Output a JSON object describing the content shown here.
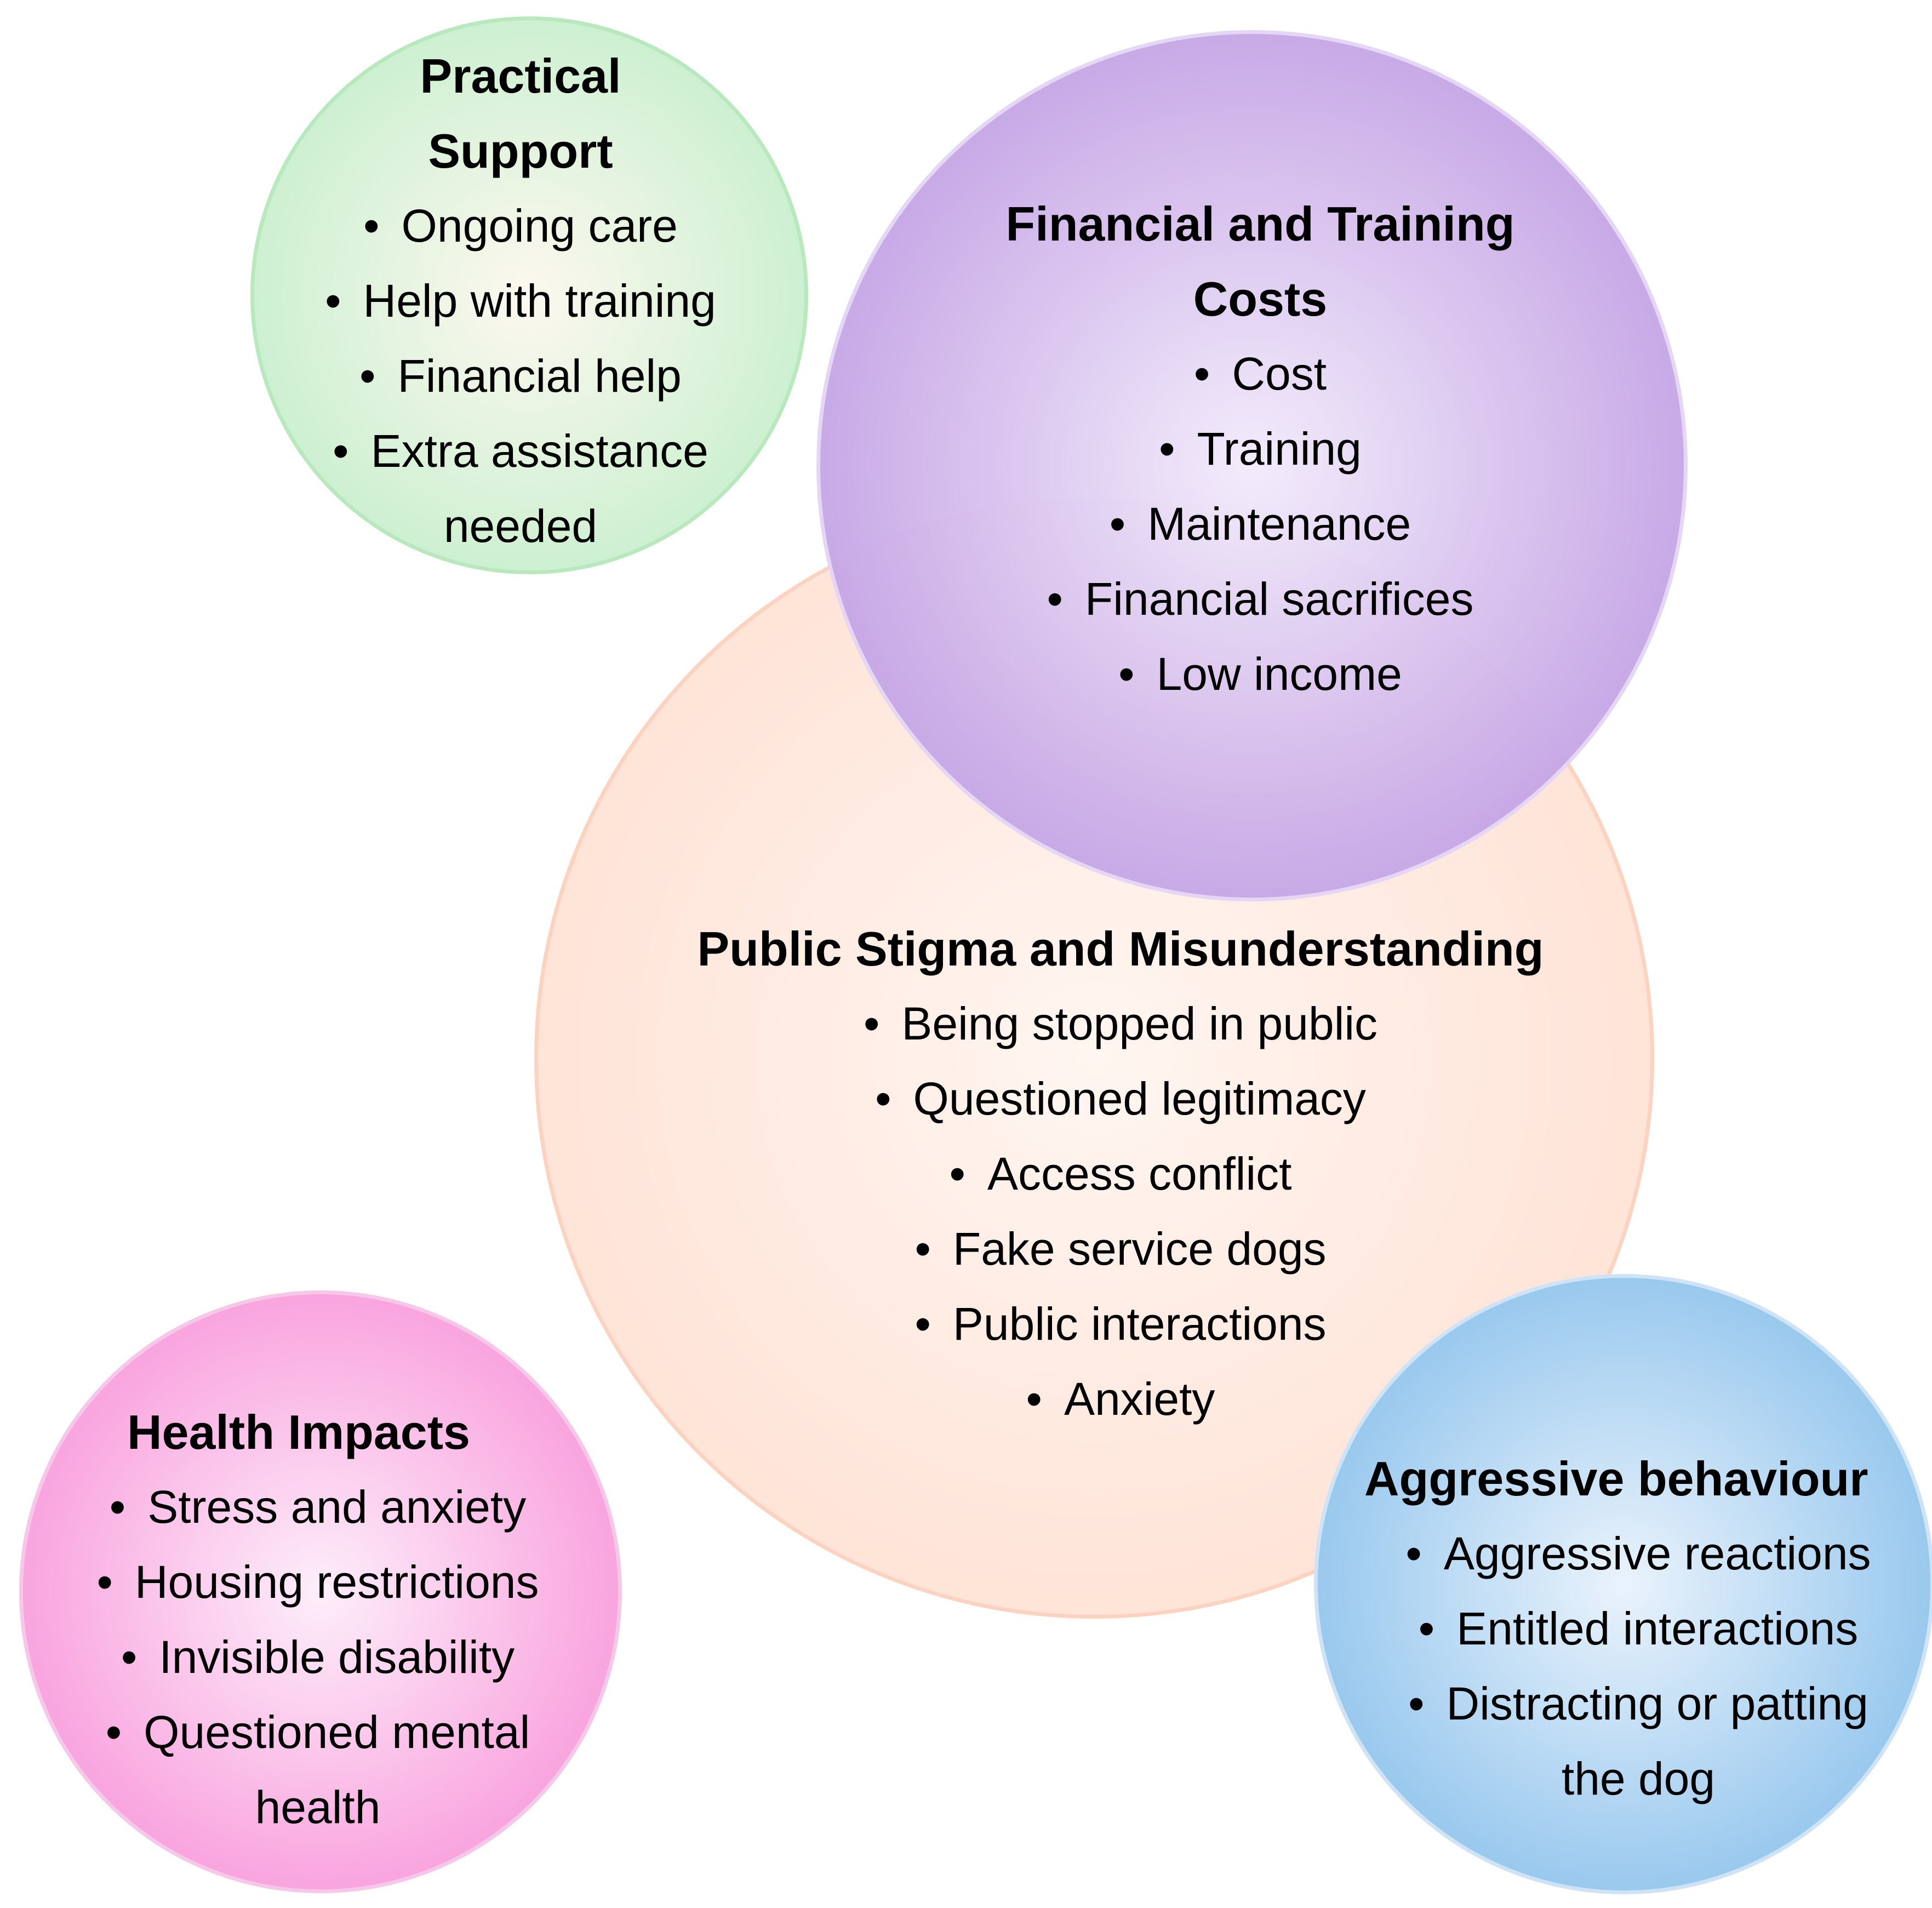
{
  "diagram": {
    "circles": [
      {
        "id": "public-stigma",
        "title": "Public Stigma and Misunderstanding",
        "items": [
          "Being stopped in public",
          "Questioned legitimacy",
          "Access conflict",
          "Fake service dogs",
          "Public interactions",
          "Anxiety"
        ],
        "fill_center": "#fff6f1",
        "fill_edge": "#ffe3d7",
        "border": "#fdd3bf"
      },
      {
        "id": "practical-support",
        "title": "Practical Support",
        "items": [
          "Ongoing care",
          "Help with training",
          "Financial help",
          "Extra assistance needed"
        ],
        "fill_center": "#fdf8ef",
        "fill_edge": "#cdf0d1",
        "border": "#b8e9bd"
      },
      {
        "id": "financial-training",
        "title": "Financial and Training Costs",
        "items": [
          "Cost",
          "Training",
          "Maintenance",
          "Financial sacrifices",
          "Low income"
        ],
        "fill_center": "#f3ecfb",
        "fill_edge": "#c6a6e6",
        "border": "#e4d6f5"
      },
      {
        "id": "health-impacts",
        "title": "Health Impacts",
        "items": [
          "Stress and anxiety",
          "Housing restrictions",
          "Invisible disability",
          "Questioned mental health"
        ],
        "fill_center": "#fdeefa",
        "fill_edge": "#f9a3de",
        "border": "#f6c7e8"
      },
      {
        "id": "aggressive-behaviour",
        "title": "Aggressive behaviour",
        "items": [
          "Aggressive reactions",
          "Entitled interactions",
          "Distracting or patting the dog"
        ],
        "fill_center": "#eaf3fc",
        "fill_edge": "#98c8ee",
        "border": "#cfe3f6"
      }
    ]
  }
}
